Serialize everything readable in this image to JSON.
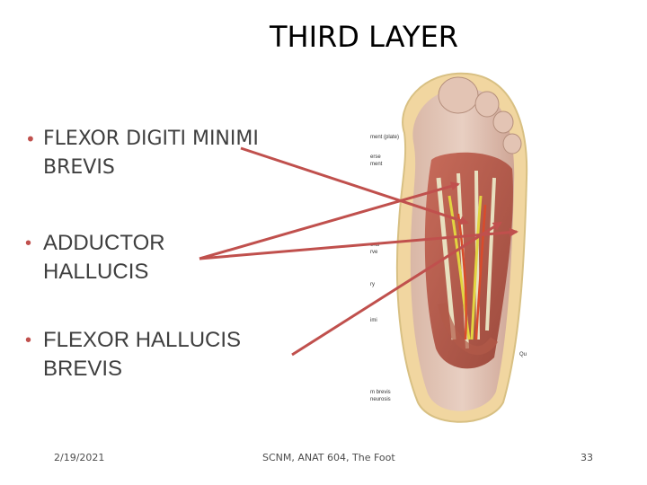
{
  "slide": {
    "title": "THIRD LAYER",
    "bullets": [
      {
        "line1": "FLEXOR DIGITI MINIMI",
        "line2": "BREVIS"
      },
      {
        "line1": "ADDUCTOR",
        "line2": "HALLUCIS"
      },
      {
        "line1": "FLEXOR HALLUCIS",
        "line2": "BREVIS"
      }
    ],
    "bullet_glyph": "•",
    "accent_color": "#c0504d"
  },
  "figure": {
    "labels": [
      "ment (plate)",
      "erse",
      "ment",
      "eral",
      "rve",
      "ry",
      "imi",
      "Qu",
      "m brevis",
      "neurosis"
    ]
  },
  "footer": {
    "date": "2/19/2021",
    "course": "SCNM, ANAT 604, The Foot",
    "page": "33"
  }
}
